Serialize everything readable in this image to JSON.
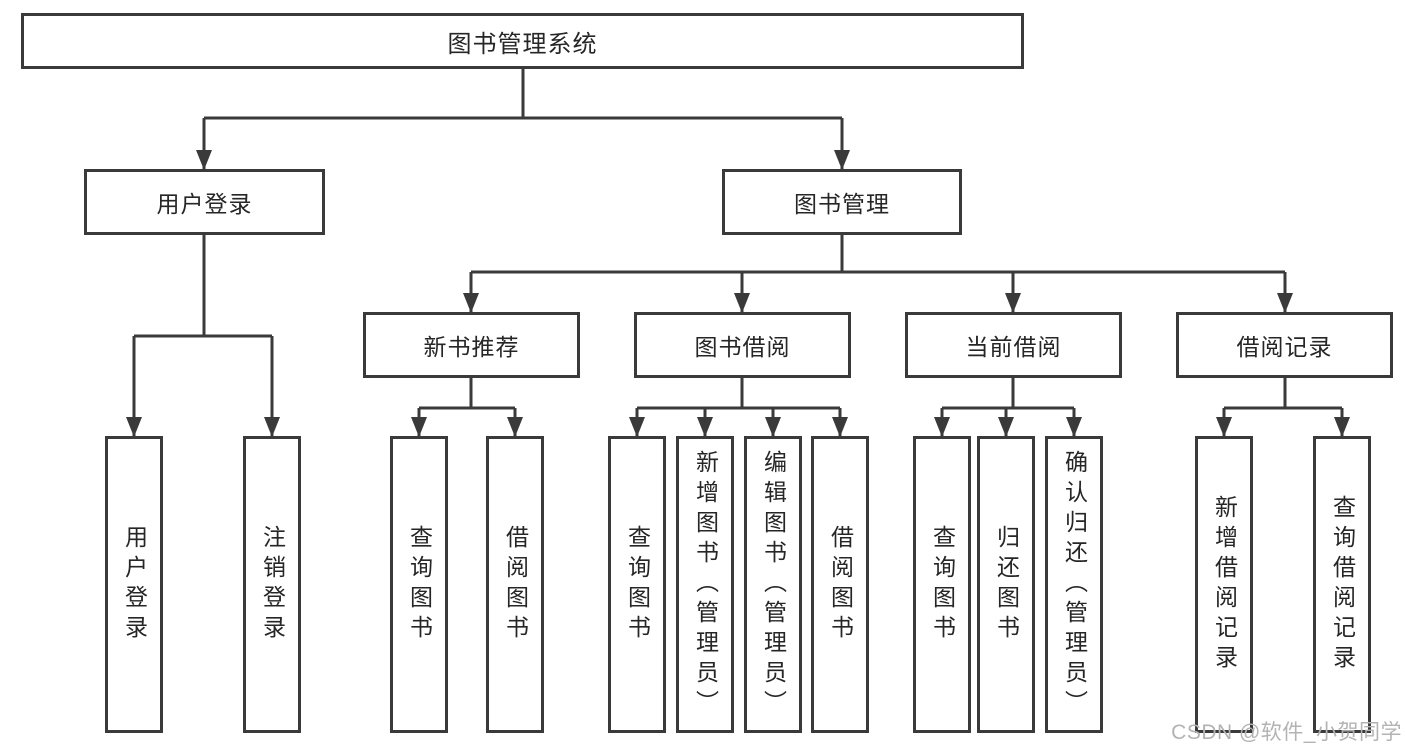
{
  "diagram": {
    "type": "hierarchy-tree",
    "colors": {
      "background": "#ffffff",
      "box_border": "#3a3a3a",
      "line": "#3a3a3a",
      "text": "#262626",
      "watermark": "#b3b3b3"
    },
    "nodes": {
      "root": {
        "label": "图书管理系统"
      },
      "user_login": {
        "label": "用户登录"
      },
      "book_mgmt": {
        "label": "图书管理"
      },
      "new_book_rec": {
        "label": "新书推荐"
      },
      "book_borrow": {
        "label": "图书借阅"
      },
      "current_borrow": {
        "label": "当前借阅"
      },
      "borrow_records": {
        "label": "借阅记录"
      },
      "ul_login": {
        "label": "用户登录"
      },
      "ul_logout": {
        "label": "注销登录"
      },
      "nr_query": {
        "label": "查询图书"
      },
      "nr_borrow": {
        "label": "借阅图书"
      },
      "bb_query": {
        "label": "查询图书"
      },
      "bb_add": {
        "label": "新增图书（管理员）"
      },
      "bb_edit": {
        "label": "编辑图书（管理员）"
      },
      "bb_borrow": {
        "label": "借阅图书"
      },
      "cb_query": {
        "label": "查询图书"
      },
      "cb_return": {
        "label": "归还图书"
      },
      "cb_confirm": {
        "label": "确认归还（管理员）"
      },
      "br_add": {
        "label": "新增借阅记录"
      },
      "br_query": {
        "label": "查询借阅记录"
      }
    },
    "edges": [
      [
        "root",
        "user_login"
      ],
      [
        "root",
        "book_mgmt"
      ],
      [
        "user_login",
        "ul_login"
      ],
      [
        "user_login",
        "ul_logout"
      ],
      [
        "book_mgmt",
        "new_book_rec"
      ],
      [
        "book_mgmt",
        "book_borrow"
      ],
      [
        "book_mgmt",
        "current_borrow"
      ],
      [
        "book_mgmt",
        "borrow_records"
      ],
      [
        "new_book_rec",
        "nr_query"
      ],
      [
        "new_book_rec",
        "nr_borrow"
      ],
      [
        "book_borrow",
        "bb_query"
      ],
      [
        "book_borrow",
        "bb_add"
      ],
      [
        "book_borrow",
        "bb_edit"
      ],
      [
        "book_borrow",
        "bb_borrow"
      ],
      [
        "current_borrow",
        "cb_query"
      ],
      [
        "current_borrow",
        "cb_return"
      ],
      [
        "current_borrow",
        "cb_confirm"
      ],
      [
        "borrow_records",
        "br_add"
      ],
      [
        "borrow_records",
        "br_query"
      ]
    ],
    "watermark": "CSDN @软件_小贺同学"
  }
}
